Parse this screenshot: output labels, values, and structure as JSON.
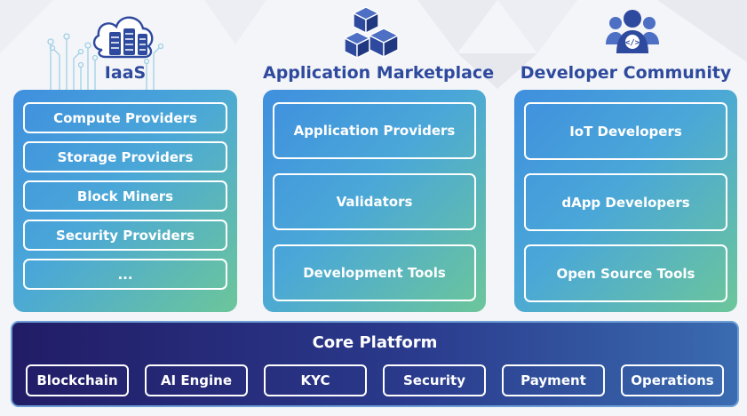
{
  "colors": {
    "title": "#2e4a9e",
    "panel_start": "#3f8fde",
    "panel_end": "#6cc69a",
    "core_start": "#221c66",
    "core_end": "#3a6bb0"
  },
  "iaas": {
    "icon": "server-cloud-icon",
    "title": "IaaS",
    "items": [
      "Compute Providers",
      "Storage Providers",
      "Block Miners",
      "Security Providers",
      "..."
    ]
  },
  "marketplace": {
    "icon": "cubes-icon",
    "title": "Application Marketplace",
    "items": [
      "Application Providers",
      "Validators",
      "Development Tools"
    ]
  },
  "developer": {
    "icon": "developer-group-icon",
    "title": "Developer Community",
    "items": [
      "IoT Developers",
      "dApp Developers",
      "Open Source Tools"
    ]
  },
  "core": {
    "title": "Core Platform",
    "items": [
      "Blockchain",
      "AI Engine",
      "KYC",
      "Security",
      "Payment",
      "Operations"
    ]
  }
}
